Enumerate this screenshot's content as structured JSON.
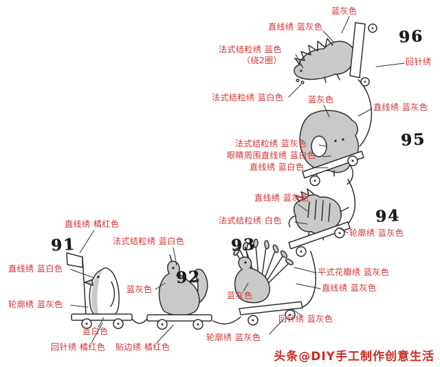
{
  "diagram": {
    "background": "#ffffff",
    "label_color": "#d3302f",
    "ink_color": "#2e2e2e",
    "body_fill": "#c9c9c9"
  },
  "watermark": {
    "text": "头条@DIY手工制作创意生活"
  },
  "figures": {
    "f91": {
      "number": "91",
      "labels": {
        "a": "直线绣 橘红色",
        "b": "直线绣 蓝白色",
        "c": "轮廓绣 蓝灰色",
        "d": "蓝白色",
        "e": "回针绣 橘红色"
      }
    },
    "f92": {
      "number": "92",
      "labels": {
        "a": "法式结粒绣 蓝白色",
        "b": "蓝灰色",
        "c": "贴边绣 橘红色"
      }
    },
    "f93": {
      "number": "93",
      "labels": {
        "a": "平式花瓣绣 蓝灰色",
        "b": "直线绣 蓝灰色",
        "c": "蓝灰色",
        "d": "回针绣 蓝灰色",
        "e": "轮廓绣 蓝灰色"
      }
    },
    "f94": {
      "number": "94",
      "labels": {
        "a": "直线绣 蓝灰色",
        "b": "法式结粒绣 白色",
        "c": "轮廓绣 蓝灰色"
      }
    },
    "f95": {
      "number": "95",
      "labels": {
        "a": "蓝灰色",
        "b": "直线绣 蓝灰色",
        "c": "法式结粒绣 蓝灰色",
        "d": "眼睛周围直线绣 蓝白色",
        "e": "直线绣 蓝白色"
      }
    },
    "f96": {
      "number": "96",
      "labels": {
        "a": "蓝灰色",
        "b": "直线绣 蓝灰色",
        "c1": "法式结粒绣 蓝色",
        "c2": "（绕2圈）",
        "d": "回针绣",
        "e": "法式结粒绣 蓝白色"
      }
    }
  }
}
